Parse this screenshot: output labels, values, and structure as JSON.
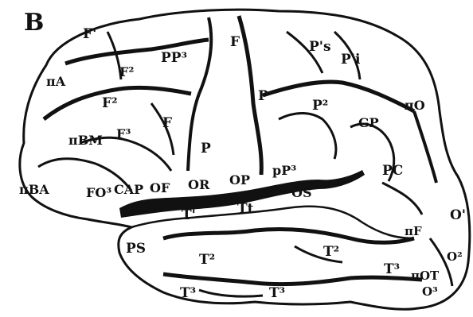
{
  "panel_letter": "B",
  "colors": {
    "ink": "#111111",
    "paper": "#ffffff"
  },
  "labels": {
    "F1": "F'",
    "F2_upper": "F²",
    "F2_mid": "F²",
    "F3": "F³",
    "F_top": "F",
    "F_mid": "F",
    "PP3": "PP³",
    "P_a": "P",
    "P_b": "P",
    "P1s": "P's",
    "P1i": "P'i",
    "P2": "P²",
    "pP3": "pP³",
    "piA": "πA",
    "piBM": "πBM",
    "piBA": "πBA",
    "FO3": "FO³",
    "CAP": "CAP",
    "OF": "OF",
    "OR": "OR",
    "OP": "OP",
    "OS": "OS",
    "GP": "GP",
    "piO": "πO",
    "PC": "PC",
    "piF": "πF",
    "O1": "O'",
    "O2": "O²",
    "O3": "O³",
    "T1": "T'",
    "Tt": "Tt",
    "PS": "PS",
    "T2_a": "T²",
    "T2_b": "T²",
    "T3_a": "T³",
    "T3_b": "T³",
    "T3_c": "T³",
    "piOT": "πOT"
  }
}
